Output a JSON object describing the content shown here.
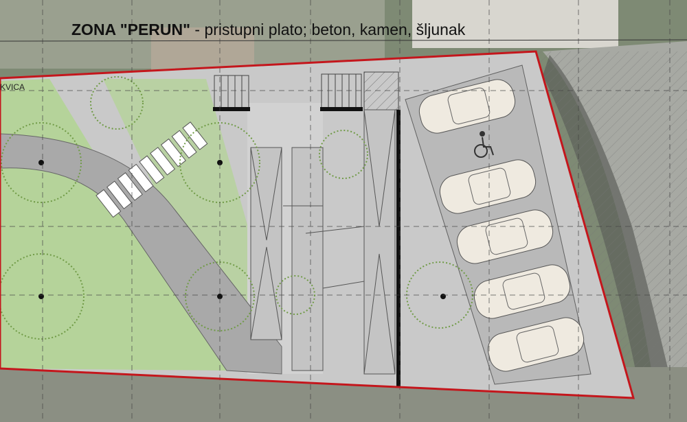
{
  "title": {
    "zone": "ZONA \"PERUN\"",
    "description": " - pristupni plato; beton, kamen, šljunak"
  },
  "labels": {
    "left_area": "KVICA"
  },
  "parking": {
    "spaces": 5,
    "accessible_icon": "wheelchair-icon"
  },
  "colors": {
    "boundary": "#c4161c",
    "plaza": "#c9c9c9",
    "lawn": "#b5d39a",
    "car": "#efeae0",
    "tree": "#6f9a45"
  }
}
